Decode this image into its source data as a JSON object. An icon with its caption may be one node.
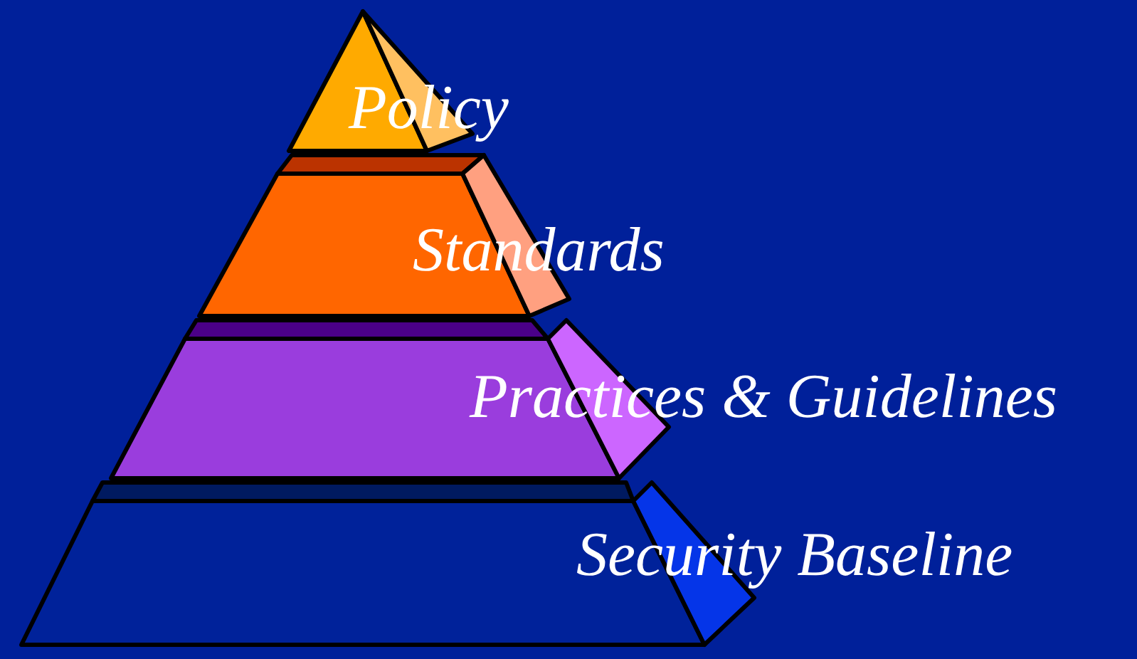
{
  "diagram": {
    "nodes": [
      {
        "text": [
          "Policy"
        ]
      },
      {
        "text": [
          "Standards"
        ]
      },
      {
        "text": [
          "Practices & Guidelines"
        ]
      },
      {
        "text": [
          "Security Baseline"
        ]
      }
    ]
  }
}
